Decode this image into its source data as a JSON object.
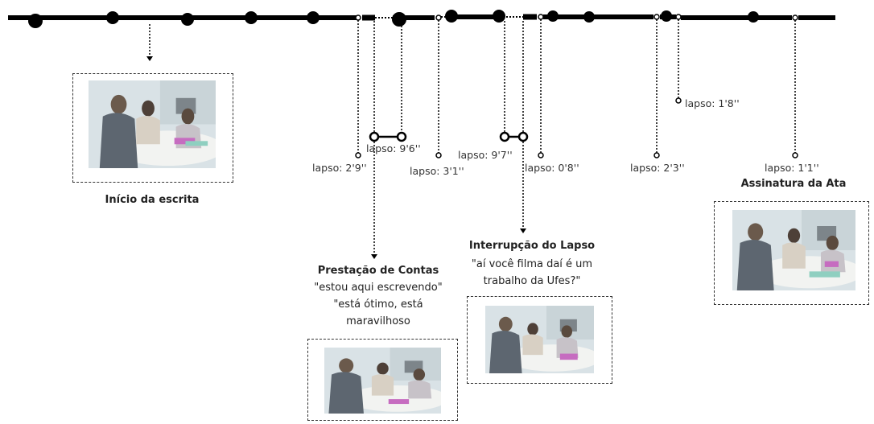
{
  "lapses": [
    {
      "id": "l1",
      "text": "lapso: 2'9''"
    },
    {
      "id": "l2",
      "text": "lapso: 9'6''"
    },
    {
      "id": "l3",
      "text": "lapso: 3'1''"
    },
    {
      "id": "l4",
      "text": "lapso: 9'7''"
    },
    {
      "id": "l5",
      "text": "lapso: 0'8''"
    },
    {
      "id": "l6",
      "text": "lapso: 2'3''"
    },
    {
      "id": "l7",
      "text": "lapso: 1'8''"
    },
    {
      "id": "l8",
      "text": "lapso: 1'1''"
    }
  ],
  "events": {
    "inicio": {
      "title": "Início da escrita"
    },
    "prestacao": {
      "title": "Prestação de Contas",
      "quote": [
        "\"estou aqui escrevendo\"",
        "\"está ótimo, está",
        "maravilhoso"
      ]
    },
    "interrupcao": {
      "title": "Interrupção do Lapso",
      "quote": [
        "\"aí você filma daí é um",
        "trabalho da Ufes?\""
      ]
    },
    "assinatura": {
      "title": "Assinatura da Ata"
    }
  },
  "colors": {
    "line": "#000000",
    "frame": "#333333",
    "text": "#222222"
  }
}
